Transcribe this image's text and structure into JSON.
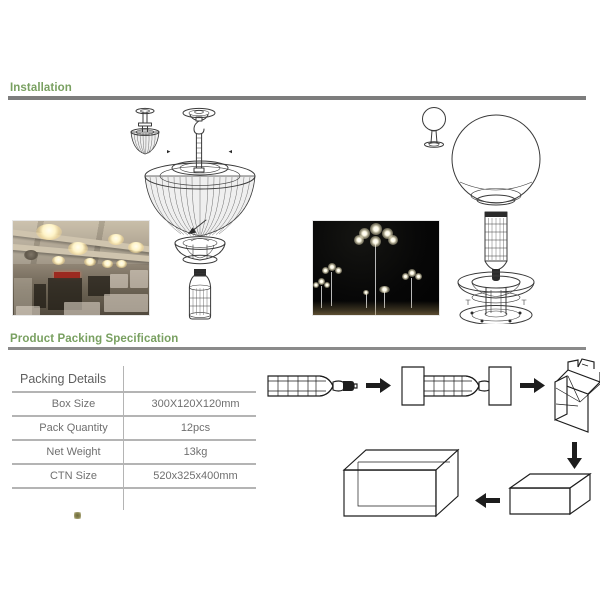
{
  "page": {
    "background": "#ffffff",
    "accent_green": "#79a061",
    "rule_gray": "#7d7d7d",
    "table_line": "#b4b4b4",
    "text_gray": "#6f6f6f"
  },
  "sections": [
    {
      "id": "installation",
      "title": "Installation"
    },
    {
      "id": "product-packing-specification",
      "title": "Product Packing Specification"
    }
  ],
  "installation": {
    "figures": [
      {
        "name": "warehouse-interior-photo",
        "caption": "",
        "description": "Retail warehouse interior lit by high bay fixtures"
      },
      {
        "name": "highbay-exploded-drawing",
        "caption": "",
        "description": "Exploded line drawing of high bay reflector fixture with corn lamp"
      },
      {
        "name": "night-street-lamp-photo",
        "caption": "",
        "description": "Night photo of multi head globe street lamps"
      },
      {
        "name": "globe-post-top-exploded-drawing",
        "caption": "",
        "description": "Exploded line drawing of globe post top lantern with corn lamp"
      }
    ]
  },
  "packing_table": {
    "header": {
      "label": "Packing Details",
      "value": ""
    },
    "rows": [
      {
        "label": "Box Size",
        "value": "300X120X120mm"
      },
      {
        "label": "Pack Quantity",
        "value": "12pcs"
      },
      {
        "label": "Net Weight",
        "value": "13kg"
      },
      {
        "label": "CTN Size",
        "value": "520x325x400mm"
      }
    ]
  },
  "packing_flow": {
    "steps": [
      {
        "name": "corn-lamp",
        "label": ""
      },
      {
        "name": "lamp-with-endcaps",
        "label": ""
      },
      {
        "name": "open-inner-box",
        "label": ""
      },
      {
        "name": "closed-inner-box",
        "label": ""
      },
      {
        "name": "master-carton",
        "label": ""
      }
    ],
    "arrows": 4
  }
}
